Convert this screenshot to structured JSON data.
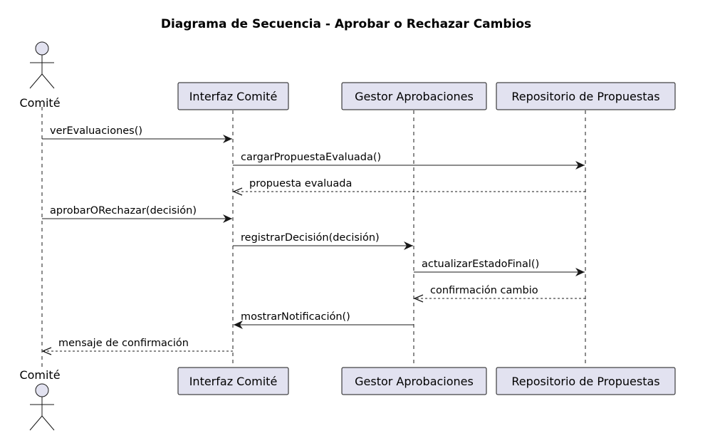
{
  "title": "Diagrama de Secuencia - Aprobar o Rechazar Cambios",
  "colors": {
    "participant_fill": "#e2e2f0",
    "participant_border": "#181818",
    "line": "#181818",
    "lifeline": "#181818"
  },
  "participants": [
    {
      "id": "comite",
      "label": "Comité",
      "kind": "actor"
    },
    {
      "id": "interfaz",
      "label": "Interfaz Comité",
      "kind": "participant"
    },
    {
      "id": "gestor",
      "label": "Gestor Aprobaciones",
      "kind": "participant"
    },
    {
      "id": "repo",
      "label": "Repositorio de Propuestas",
      "kind": "participant"
    }
  ],
  "messages": [
    {
      "from": "comite",
      "to": "interfaz",
      "label": "verEvaluaciones()",
      "style": "sync"
    },
    {
      "from": "interfaz",
      "to": "repo",
      "label": "cargarPropuestaEvaluada()",
      "style": "sync"
    },
    {
      "from": "repo",
      "to": "interfaz",
      "label": "propuesta evaluada",
      "style": "return"
    },
    {
      "from": "comite",
      "to": "interfaz",
      "label": "aprobarORechazar(decisión)",
      "style": "sync"
    },
    {
      "from": "interfaz",
      "to": "gestor",
      "label": "registrarDecisión(decisión)",
      "style": "sync"
    },
    {
      "from": "gestor",
      "to": "repo",
      "label": "actualizarEstadoFinal()",
      "style": "sync"
    },
    {
      "from": "repo",
      "to": "gestor",
      "label": "confirmación cambio",
      "style": "return"
    },
    {
      "from": "gestor",
      "to": "interfaz",
      "label": "mostrarNotificación()",
      "style": "sync"
    },
    {
      "from": "interfaz",
      "to": "comite",
      "label": "mensaje de confirmación",
      "style": "return"
    }
  ]
}
